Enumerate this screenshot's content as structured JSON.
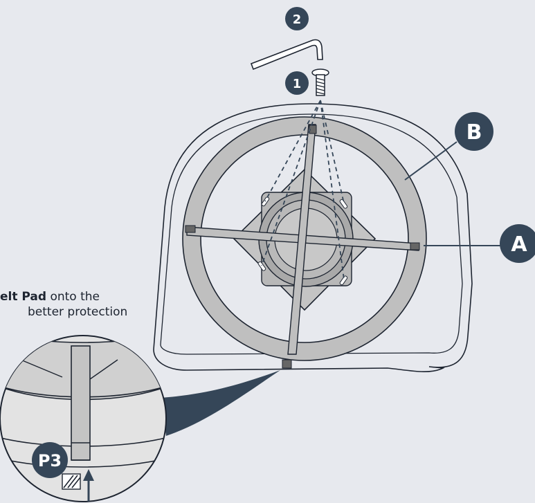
{
  "steps": {
    "screw": "1",
    "allen_key": "2"
  },
  "labels": {
    "ring": "B",
    "base": "A",
    "detail": "P3"
  },
  "caption": {
    "bold": "elt Pad",
    "rest_line1": " onto the",
    "line2": "better protection"
  },
  "colors": {
    "background": "#e7e9ee",
    "badge": "#354658",
    "ring": "#bfbfbf",
    "line": "#1d2430"
  }
}
